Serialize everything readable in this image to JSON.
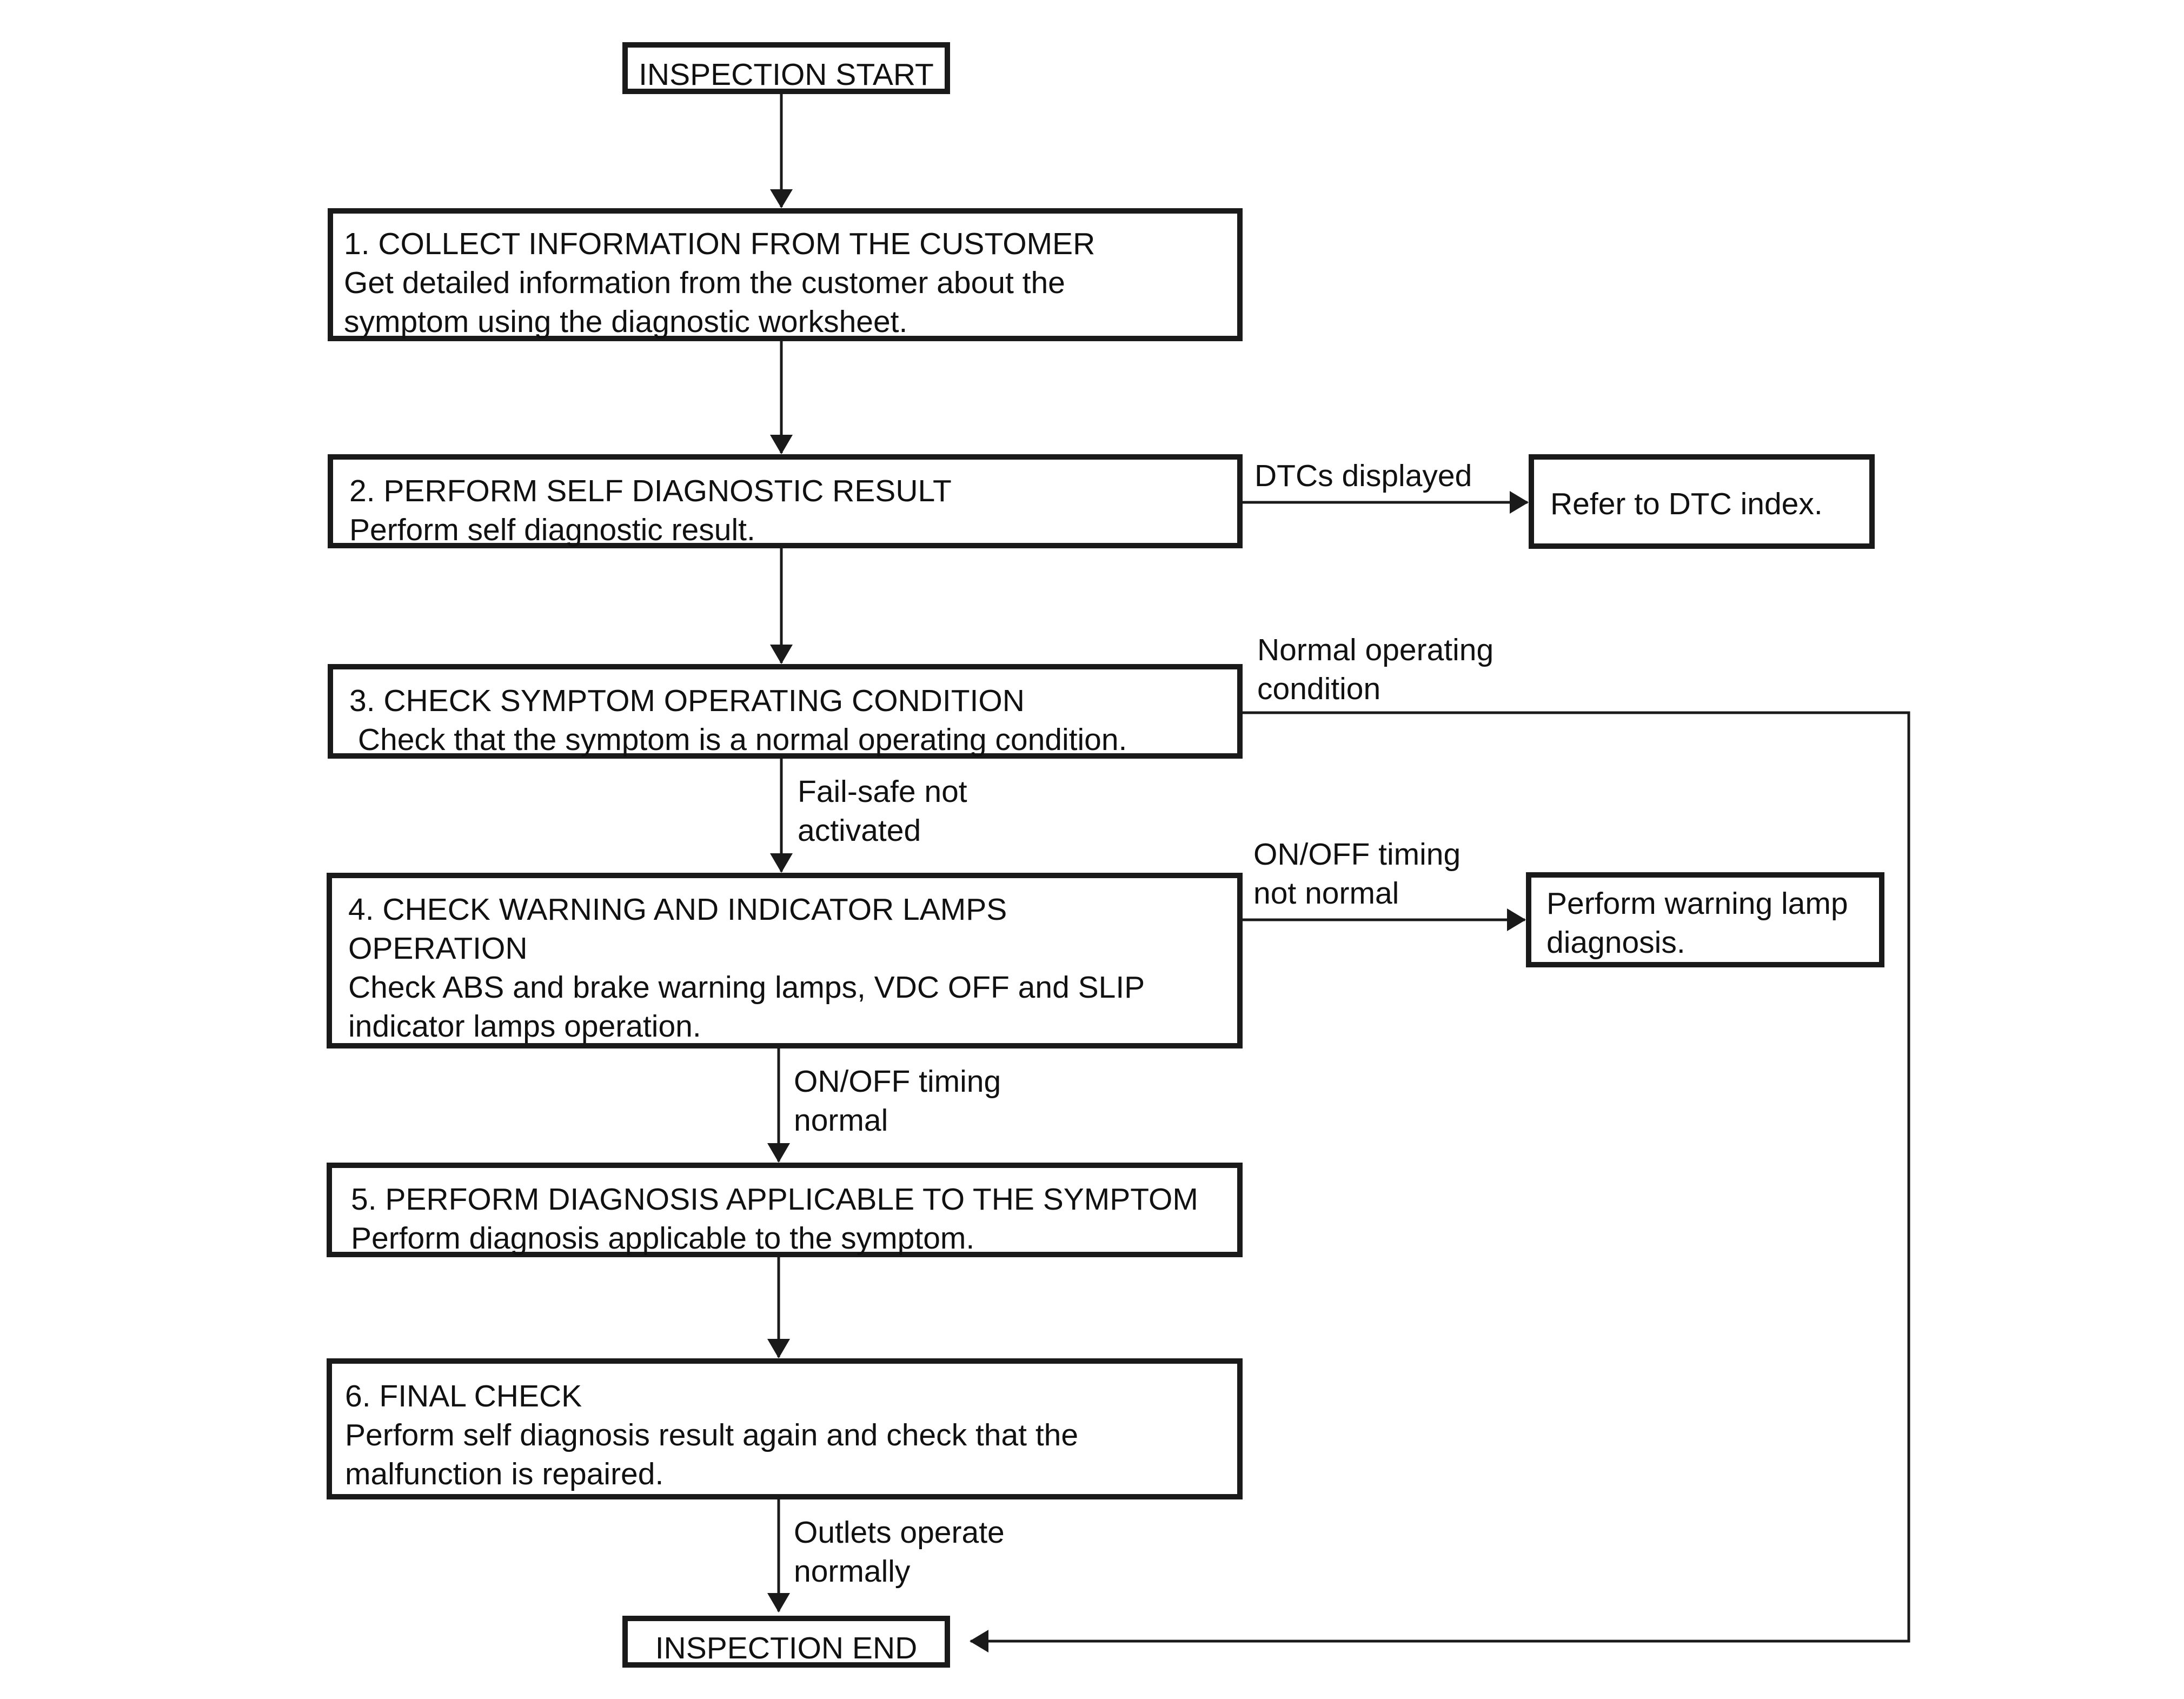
{
  "start": {
    "text": "INSPECTION START"
  },
  "end": {
    "text": "INSPECTION END"
  },
  "steps": [
    {
      "title": "1. COLLECT INFORMATION FROM THE CUSTOMER",
      "body": [
        "Get detailed information from the customer about the",
        "symptom using the diagnostic worksheet."
      ]
    },
    {
      "title": "2. PERFORM SELF DIAGNOSTIC RESULT",
      "body": [
        "Perform self diagnostic result."
      ]
    },
    {
      "title": "3. CHECK SYMPTOM OPERATING CONDITION",
      "body": [
        " Check that the symptom is a normal operating condition."
      ]
    },
    {
      "title": "4. CHECK WARNING AND INDICATOR LAMPS",
      "title2": "OPERATION",
      "body": [
        "Check ABS and brake warning lamps, VDC OFF and SLIP",
        "indicator lamps operation."
      ]
    },
    {
      "title": "5. PERFORM DIAGNOSIS APPLICABLE TO THE SYMPTOM",
      "body": [
        "Perform diagnosis applicable to the symptom."
      ]
    },
    {
      "title": "6. FINAL CHECK",
      "body": [
        "Perform self diagnosis result again and check that the",
        "malfunction is repaired."
      ]
    }
  ],
  "side_boxes": {
    "dtc": [
      "Refer to DTC index."
    ],
    "warning_lamp": [
      "Perform warning lamp",
      "diagnosis."
    ]
  },
  "branch_labels": {
    "dtcs_displayed": [
      "DTCs displayed"
    ],
    "normal_operating": [
      "Normal operating",
      "condition"
    ],
    "fail_safe": [
      "Fail-safe not",
      "activated"
    ],
    "onoff_not_normal": [
      "ON/OFF timing",
      "not normal"
    ],
    "onoff_normal": [
      "ON/OFF timing",
      "normal"
    ],
    "outlets": [
      "Outlets operate",
      "normally"
    ]
  },
  "colors": {
    "line": "#1a1a1a",
    "text": "#111111",
    "background": "#ffffff"
  }
}
